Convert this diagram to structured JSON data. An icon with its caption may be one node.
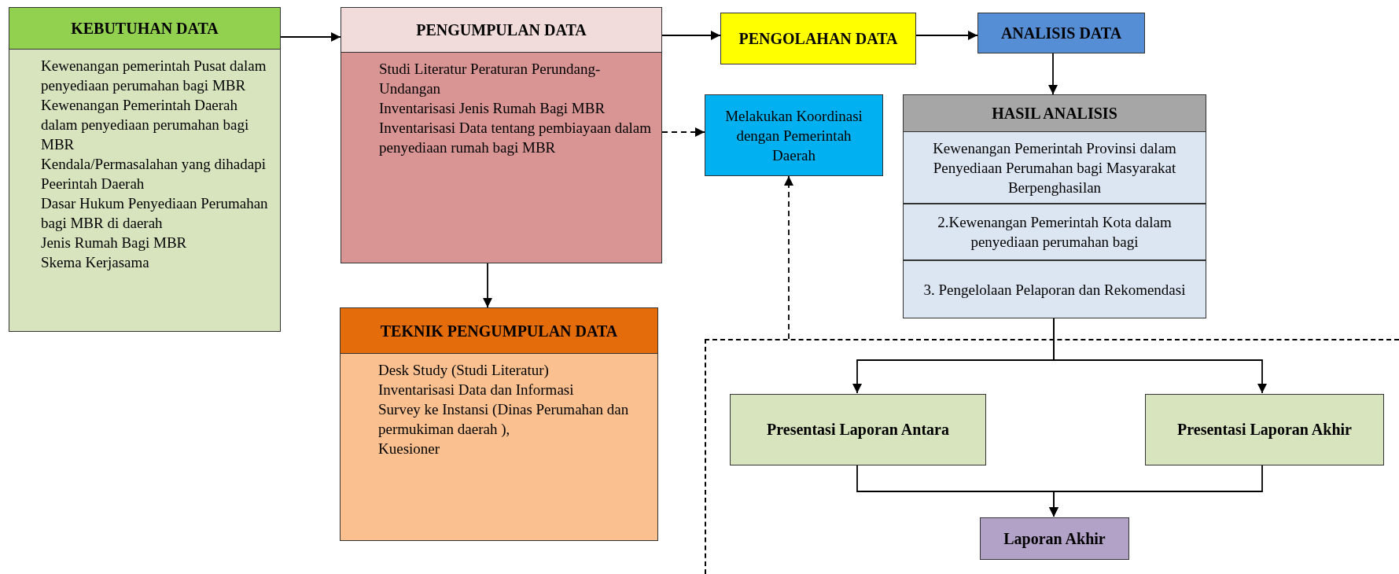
{
  "diagram": {
    "nodes": [
      {
        "text": [
          "KEBUTUHAN DATA",
          "Kewenangan pemerintah Pusat dalam penyediaan perumahan bagi MBR",
          "Kewenangan Pemerintah Daerah dalam penyediaan perumahan bagi MBR",
          "Kendala/Permasalahan yang dihadapi Peerintah Daerah",
          "Dasar Hukum Penyediaan Perumahan bagi MBR di daerah",
          "Jenis Rumah Bagi MBR",
          "Skema Kerjasama"
        ]
      },
      {
        "text": [
          "PENGUMPULAN DATA",
          "Studi Literatur Peraturan Perundang-Undangan",
          "Inventarisasi Jenis Rumah Bagi MBR",
          "Inventarisasi Data tentang pembiayaan dalam penyediaan rumah bagi MBR"
        ]
      },
      {
        "text": [
          "PENGOLAHAN DATA"
        ]
      },
      {
        "text": [
          "ANALISIS DATA"
        ]
      },
      {
        "text": [
          "Melakukan Koordinasi dengan Pemerintah Daerah"
        ]
      },
      {
        "text": [
          "HASIL ANALISIS"
        ]
      },
      {
        "text": [
          "Kewenangan Pemerintah Provinsi dalam Penyediaan Perumahan bagi Masyarakat Berpenghasilan"
        ],
        "in": 5
      },
      {
        "text": [
          "2.Kewenangan Pemerintah Kota dalam penyediaan perumahan bagi"
        ],
        "in": 5
      },
      {
        "text": [
          "3. Pengelolaan Pelaporan dan Rekomendasi"
        ],
        "in": 5
      },
      {
        "text": [
          "TEKNIK PENGUMPULAN DATA",
          "Desk Study (Studi Literatur)",
          "Inventarisasi Data dan Informasi",
          "Survey ke Instansi (Dinas Perumahan dan permukiman daerah ),",
          "Kuesioner"
        ]
      },
      {
        "text": [],
        "shape": "box"
      },
      {
        "text": [
          "Presentasi Laporan Antara"
        ],
        "in": 10
      },
      {
        "text": [
          "Presentasi Laporan Akhir"
        ],
        "in": 10
      },
      {
        "text": [
          "Laporan Akhir"
        ],
        "in": 10
      }
    ],
    "edges": [
      {
        "from": 0,
        "to": 1,
        "arrow": "to"
      },
      {
        "from": 1,
        "to": 2,
        "arrow": "to"
      },
      {
        "from": 2,
        "to": 3,
        "arrow": "to"
      },
      {
        "from": 3,
        "to": 5,
        "arrow": "to"
      },
      {
        "from": 1,
        "to": 9,
        "arrow": "to"
      },
      {
        "from": 1,
        "to": 4,
        "arrow": "to",
        "style": "dashed"
      },
      {
        "from": 10,
        "to": 4,
        "arrow": "to",
        "style": "dashed"
      },
      {
        "from": 5,
        "to": 11,
        "arrow": "to"
      },
      {
        "from": 5,
        "to": 12,
        "arrow": "to"
      },
      {
        "from": 11,
        "to": 13,
        "arrow": "to"
      },
      {
        "from": 12,
        "to": 13,
        "arrow": "to"
      }
    ]
  }
}
